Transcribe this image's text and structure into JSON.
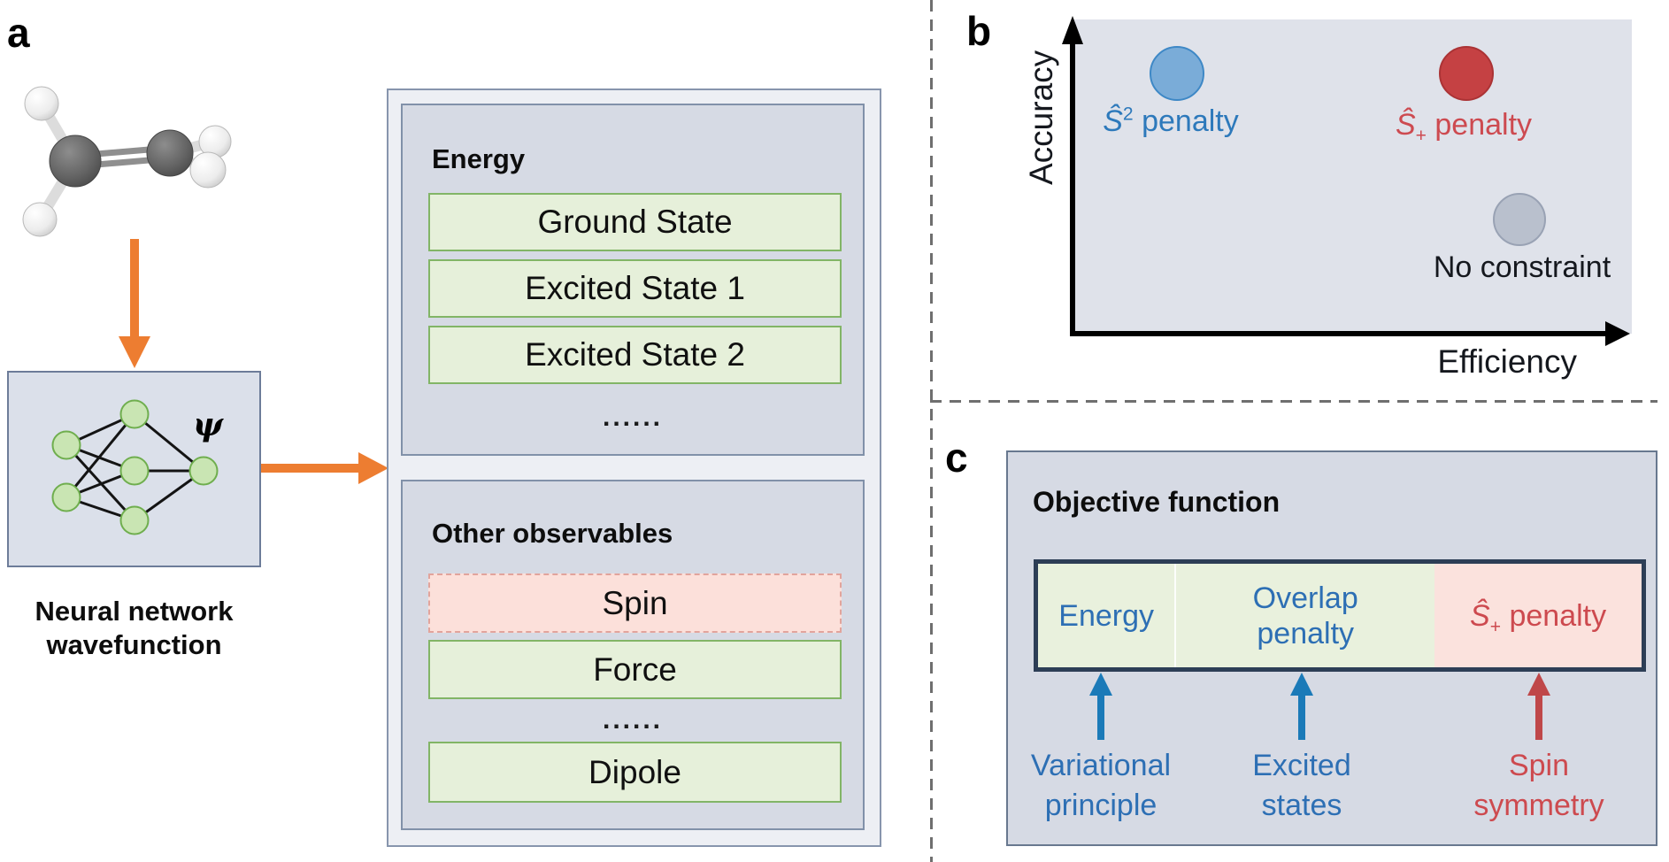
{
  "colors": {
    "arrow_orange": "#ed7d31",
    "panel_fill": "#d6dae4",
    "outer_fill": "#edeff4",
    "green_box": "#e6f0da",
    "green_border": "#82b566",
    "pink_box": "#fce0da",
    "node_green": "#c9e5b3",
    "blue_accent": "#2d6fb4",
    "red_accent": "#cd4a4f",
    "blue_dot": "#7aacd8",
    "red_dot": "#c54143",
    "gray_dot": "#b9c0cd",
    "bar_border": "#2d3e56"
  },
  "panel_a": {
    "label": "a",
    "psi_label": "ψ",
    "caption_line1": "Neural network",
    "caption_line2": "wavefunction",
    "energy_panel": {
      "title": "Energy",
      "rows": [
        "Ground State",
        "Excited State 1",
        "Excited State 2"
      ],
      "ellipsis": "......"
    },
    "observables_panel": {
      "title": "Other observables",
      "row_spin": "Spin",
      "row_force": "Force",
      "ellipsis": "......",
      "row_dipole": "Dipole"
    }
  },
  "panel_b": {
    "label": "b",
    "y_axis_label": "Accuracy",
    "x_axis_label": "Efficiency",
    "points": [
      {
        "base": "Ŝ",
        "sup": "2",
        "rest": " penalty"
      },
      {
        "base": "Ŝ",
        "sub": "+",
        "rest": " penalty"
      },
      {
        "label": "No constraint"
      }
    ]
  },
  "panel_c": {
    "label": "c",
    "title": "Objective function",
    "seg_energy": "Energy",
    "seg_overlap_line1": "Overlap",
    "seg_overlap_line2": "penalty",
    "seg_spin": {
      "base": "Ŝ",
      "sub": "+",
      "rest": " penalty"
    },
    "ann1_line1": "Variational",
    "ann1_line2": "principle",
    "ann2_line1": "Excited",
    "ann2_line2": "states",
    "ann3_line1": "Spin",
    "ann3_line2": "symmetry"
  }
}
